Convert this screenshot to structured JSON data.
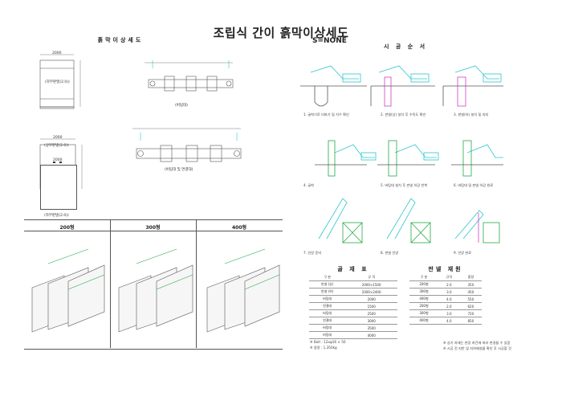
{
  "header": {
    "title": "조립식 간이 흙막이상세도",
    "scale": "S=NONE"
  },
  "left": {
    "section_title": "흙막이상세도",
    "views": {
      "panel_front_label": "(하부판넬(2.0))",
      "panel_mid_label": "(상부판넬(2.0))",
      "panel_side_label": "(하부판넬(2.0))",
      "strut_label": "(버팀대)",
      "assembly_label": "(버팀대 및 연결대)",
      "dim_a": "2000",
      "dim_b": "2000",
      "dim_c": "2000"
    },
    "iso_headers": [
      "200형",
      "300형",
      "400형"
    ]
  },
  "right": {
    "section_title": "시 공 순 서",
    "steps": [
      "1. 굴착기로 터파기 및 치수 확인",
      "2. 판넬(상) 설치 후 수직도 확인",
      "3. 판넬(하) 설치 및 지지",
      "4. 굴착",
      "5. 버팀대 설치 후 판넬 하강 반복",
      "6. 버팀대 및 판넬 하강 완료",
      "7. 인양 준비",
      "8. 판넬 인양",
      "9. 인양 완료"
    ],
    "materials_title": "골 재 표",
    "materials_headers": [
      "구 분",
      "규 격"
    ],
    "materials_rows": [
      [
        "판넬 (상)",
        "2000×1500"
      ],
      [
        "판넬 (하)",
        "2000×2400"
      ],
      [
        "버팀대",
        "2000"
      ],
      [
        "연결대",
        "1500"
      ],
      [
        "버팀대",
        "2500"
      ],
      [
        "연결대",
        "3000"
      ],
      [
        "버팀대",
        "3500"
      ],
      [
        "버팀대",
        "4000"
      ]
    ],
    "materials_notes": [
      "※ Bolt : 12xφ16 × 50",
      "※ 중량 : 1,350kg"
    ],
    "weight_title": "판넬 재원",
    "weight_headers": [
      "구 분",
      "규격",
      "중량"
    ],
    "weight_rows": [
      [
        "200형",
        "2.0",
        "350"
      ],
      [
        "300형",
        "3.0",
        "450"
      ],
      [
        "400형",
        "4.0",
        "550"
      ],
      [
        "200형",
        "2.0",
        "620"
      ],
      [
        "300형",
        "3.0",
        "720"
      ],
      [
        "400형",
        "4.0",
        "850"
      ]
    ],
    "weight_notes": [
      "※ 상기 자재는 현장 여건에 따라 변경될 수 있음",
      "※ 시공 전 지반 및 지하매설물 확인 후 시공할 것"
    ]
  },
  "colors": {
    "cyan": "#2cc6cc",
    "green": "#22aa44",
    "magenta": "#d040c0",
    "line": "#555555"
  }
}
